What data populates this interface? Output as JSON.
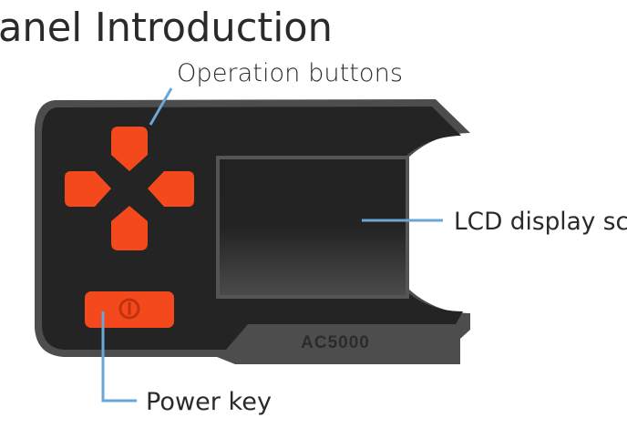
{
  "title": "anel Introduction",
  "device": {
    "model": "AC5000",
    "colors": {
      "body": "#242424",
      "border": "#4d4d4d",
      "button": "#f4481d",
      "leader_line": "#6aa6d6"
    }
  },
  "callouts": {
    "operation_buttons": "Operation buttons",
    "lcd_display": "LCD display sc",
    "power_key": "Power key"
  }
}
